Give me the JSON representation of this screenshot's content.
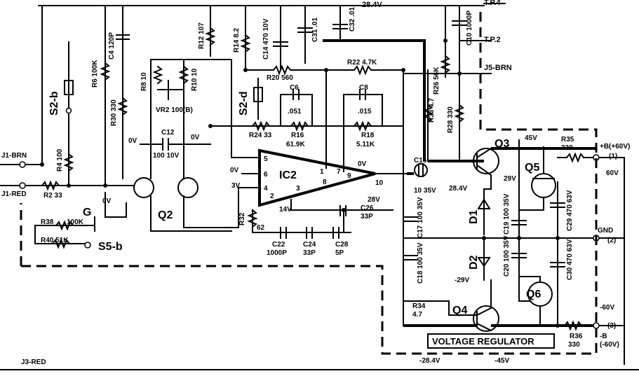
{
  "labels": {
    "v284_top": "28.4V",
    "tp4": "T.P.4",
    "tp2": "T.P.2",
    "j5": "J5-BRN",
    "s2b": "S2-b",
    "s2d": "S2-d",
    "r6": "R6 100K",
    "c4": "C4 120P",
    "r30": "R30 330",
    "r12": "R12 107",
    "r14": "R14 8.2",
    "c14": "C14 470 10V",
    "c31": "C31 .01",
    "c32": "C32 .01",
    "r8": "R8 10",
    "r10": "R10 10",
    "vr2": "VR2 100(B)",
    "c12": "C12",
    "c12v": "100 10V",
    "r20": "R20 560",
    "r22": "R22 4.7K",
    "c6": "C6",
    "c6v": ".051",
    "c8": "C8",
    "c8v": ".015",
    "r24": "R24 33",
    "r16": "R16",
    "r16v": "61.9K",
    "r18": "R18",
    "r18v": "5.11K",
    "r33": "R33 4.7",
    "r26": "R26 56K",
    "c10": "C10 1000P",
    "r28": "R28 330",
    "j1brn": "J1-BRN",
    "j1red": "J1-RED",
    "r4": "R4 100",
    "r2": "R2 33",
    "ov_left": "0V",
    "ov_mid": "0V",
    "ov_ic": "0V",
    "v3": "3V",
    "ov_out": "0V",
    "ic2": "IC2",
    "q2": "Q2",
    "g": "G",
    "ov_g": "0V",
    "r38": "R38",
    "r38v": "100K",
    "r40": "R40 51K",
    "s5b": "S5-b",
    "r32": "R32",
    "r32v": "62",
    "v14": "14V",
    "c22": "C22",
    "c22v": "1000P",
    "c24": "C24",
    "c24v": "33P",
    "c28": "C28",
    "c28v": "5P",
    "c26": "C26",
    "c26v": "33P",
    "v28": "28V",
    "c16": "C16",
    "c16v": "10 35V",
    "c17": "C17 100 35V",
    "c18": "C18 100 35V",
    "q3": "Q3",
    "v45": "45V",
    "r35": "R35",
    "r35v": "330",
    "b_plus": "+B(+60V)",
    "term1": "(1)",
    "v60": "60V",
    "v284_mid": "28.4V",
    "v29": "29V",
    "q5": "Q5",
    "d1": "D1",
    "c19": "C19 100 35V",
    "c29": "C29 470 63V",
    "gnd": "GND",
    "term2": "(2)",
    "d2": "D2",
    "c20": "C20 100 35V",
    "c30": "C30 470 63V",
    "neg29": "-29V",
    "q6": "Q6",
    "r34": "R34",
    "r34v": "4.7",
    "q4": "Q4",
    "neg60": "-60V",
    "term3": "(3)",
    "r36": "R36",
    "r36v": "330",
    "b_minus": "-B",
    "b_minus_v": "(-60V)",
    "volt_reg": "VOLTAGE REGULATOR",
    "neg284": "-28.4V",
    "neg45": "-45V",
    "j3": "J3-RED",
    "pin5": "5",
    "pin6": "6",
    "pin4": "4",
    "pin2": "2",
    "pin3": "3",
    "pin1": "1",
    "pin7": "7",
    "pin8": "8",
    "pin9": "9",
    "pin10": "10",
    "c4v_top": "C4"
  }
}
